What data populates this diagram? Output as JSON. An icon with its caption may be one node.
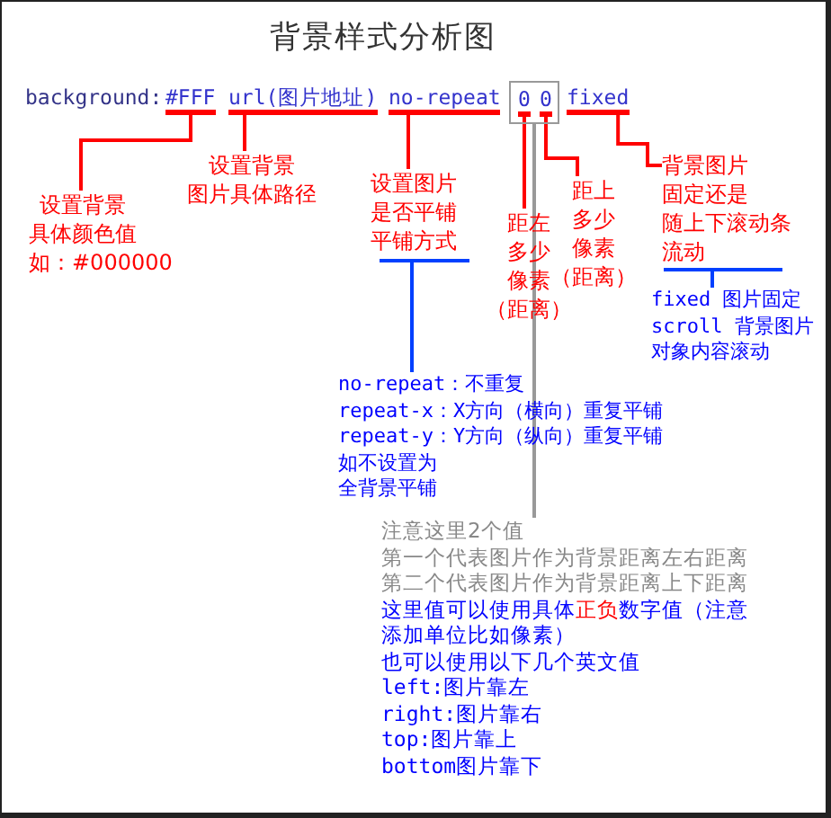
{
  "diagram": {
    "title": "背景样式分析图",
    "nodes": [
      {
        "text": [
          "#FFF"
        ]
      },
      {
        "text": [
          "url(图片地址)"
        ]
      },
      {
        "text": [
          "no-repeat"
        ]
      },
      {
        "text": [],
        "shape": "box"
      },
      {
        "text": [
          "0"
        ],
        "in": 3
      },
      {
        "text": [
          "0"
        ],
        "in": 3
      },
      {
        "text": [
          "fixed"
        ]
      },
      {
        "text": [
          "设置背景具体颜色值",
          "如：#000000"
        ]
      },
      {
        "text": [
          "设置背景图片具体路径"
        ]
      },
      {
        "text": [
          "设置图片是否平铺平铺方式"
        ]
      },
      {
        "text": [
          "距左多少像素（距离）"
        ]
      },
      {
        "text": [
          "距上多少像素（距离）"
        ]
      },
      {
        "text": [
          "背景图片固定还是随上下滚动条流动"
        ]
      },
      {
        "text": [
          "no-repeat：不重复",
          "repeat-x：X方向（横向）重复平铺",
          "repeat-y：Y方向（纵向）重复平铺",
          "如不设置为全背景平铺"
        ]
      },
      {
        "text": [
          "fixed 图片固定",
          "scroll 背景图片对象内容滚动"
        ]
      },
      {
        "text": [
          "注意这里2个值",
          "第一个代表图片作为背景距离左右距离",
          "第二个代表图片作为背景距离上下距离",
          "这里值可以使用具体**正负**数字值（注意添加单位比如像素）",
          "也可以使用以下几个英文值",
          "left:图片靠左",
          "right:图片靠右",
          "top:图片靠上",
          "bottom图片靠下"
        ]
      }
    ],
    "edges": [
      {
        "from": 0,
        "to": 7,
        "arrow": "none"
      },
      {
        "from": 1,
        "to": 8,
        "arrow": "none"
      },
      {
        "from": 2,
        "to": 9,
        "arrow": "none"
      },
      {
        "from": 4,
        "to": 10,
        "arrow": "none"
      },
      {
        "from": 5,
        "to": 11,
        "arrow": "none"
      },
      {
        "from": 6,
        "to": 12,
        "arrow": "none"
      },
      {
        "from": 9,
        "to": 13,
        "arrow": "none",
        "color": "#0040ff"
      },
      {
        "from": 12,
        "to": 14,
        "arrow": "none",
        "color": "#0040ff"
      },
      {
        "from": 3,
        "to": 15,
        "arrow": "none",
        "color": "#999999"
      }
    ],
    "labels": [
      "background:"
    ]
  }
}
